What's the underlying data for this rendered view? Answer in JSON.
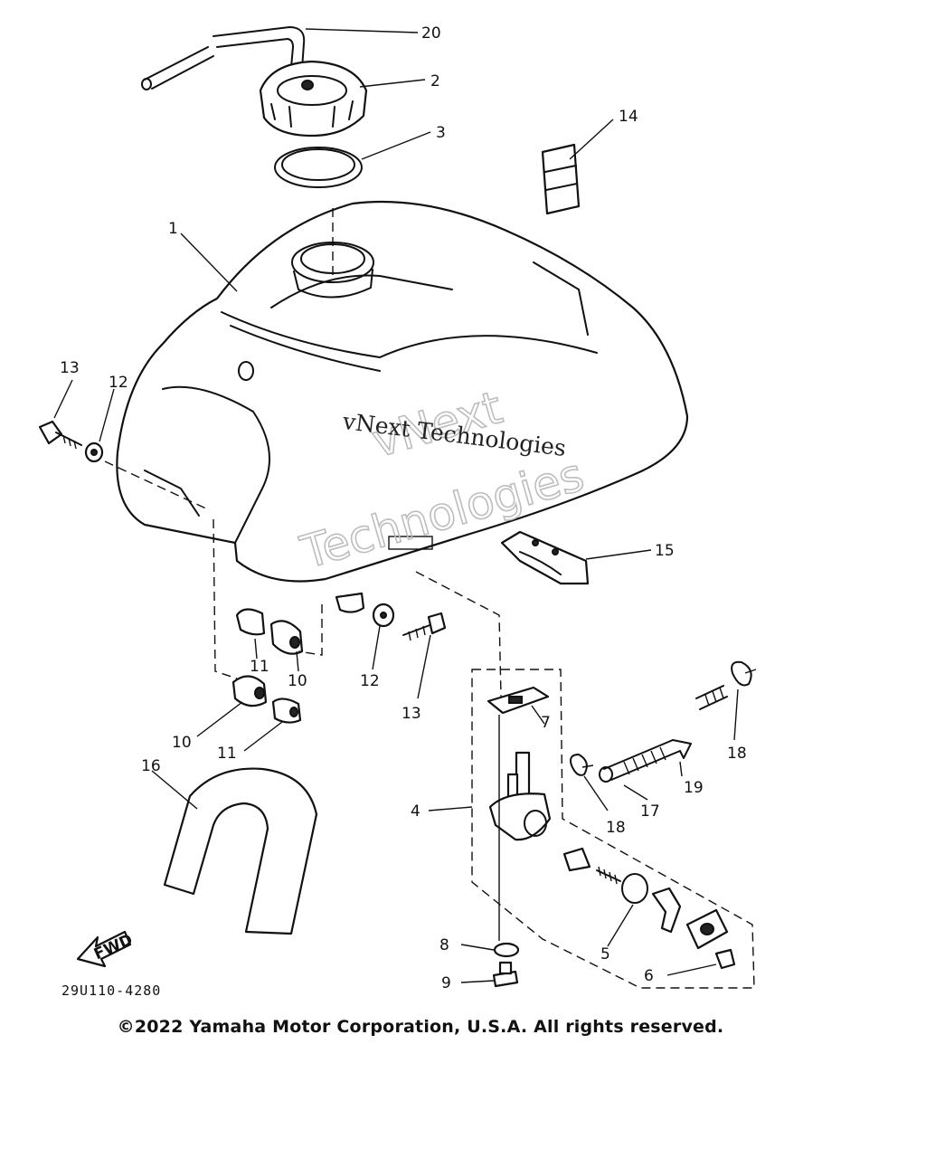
{
  "callouts": {
    "n1": "1",
    "n2": "2",
    "n3": "3",
    "n4": "4",
    "n5": "5",
    "n6": "6",
    "n7": "7",
    "n8": "8",
    "n9": "9",
    "n10a": "10",
    "n10b": "10",
    "n11a": "11",
    "n11b": "11",
    "n12a": "12",
    "n12b": "12",
    "n13a": "13",
    "n13b": "13",
    "n14": "14",
    "n15": "15",
    "n16": "16",
    "n17": "17",
    "n18a": "18",
    "n18b": "18",
    "n19": "19",
    "n20": "20"
  },
  "drawing_code": "29U110-4280",
  "fwd_label": "FWD",
  "watermark": {
    "line_small": "vNext Technologies",
    "line_big_1": "vNext",
    "line_big_2": "Technologies"
  },
  "copyright": "©2022 Yamaha Motor Corporation, U.S.A. All rights reserved."
}
